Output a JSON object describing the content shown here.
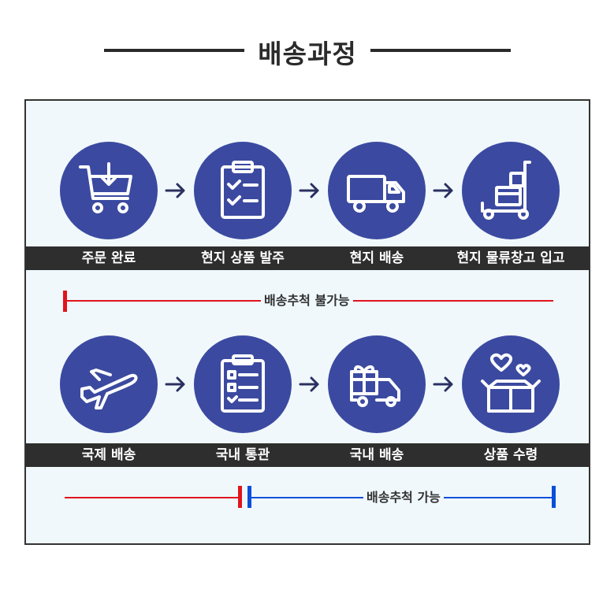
{
  "title": "배송과정",
  "steps_row1": [
    {
      "label": "주문 완료",
      "icon": "cart-download-icon"
    },
    {
      "label": "현지 상품 발주",
      "icon": "clipboard-checklist-icon"
    },
    {
      "label": "현지 배송",
      "icon": "truck-icon"
    },
    {
      "label": "현지 물류창고 입고",
      "icon": "warehouse-cart-icon"
    }
  ],
  "steps_row2": [
    {
      "label": "국제 배송",
      "icon": "airplane-icon"
    },
    {
      "label": "국내 통관",
      "icon": "customs-list-icon"
    },
    {
      "label": "국내 배송",
      "icon": "gift-truck-icon"
    },
    {
      "label": "상품 수령",
      "icon": "open-box-hearts-icon"
    }
  ],
  "tracking": {
    "unavailable": "배송추척 불가능",
    "available": "배송추척 가능"
  },
  "colors": {
    "circle": "#3b4aa0",
    "bar": "#2e2e2e",
    "red": "#e0141c",
    "blue": "#0a4fd8",
    "panel_bg": "#f0f8fc"
  }
}
